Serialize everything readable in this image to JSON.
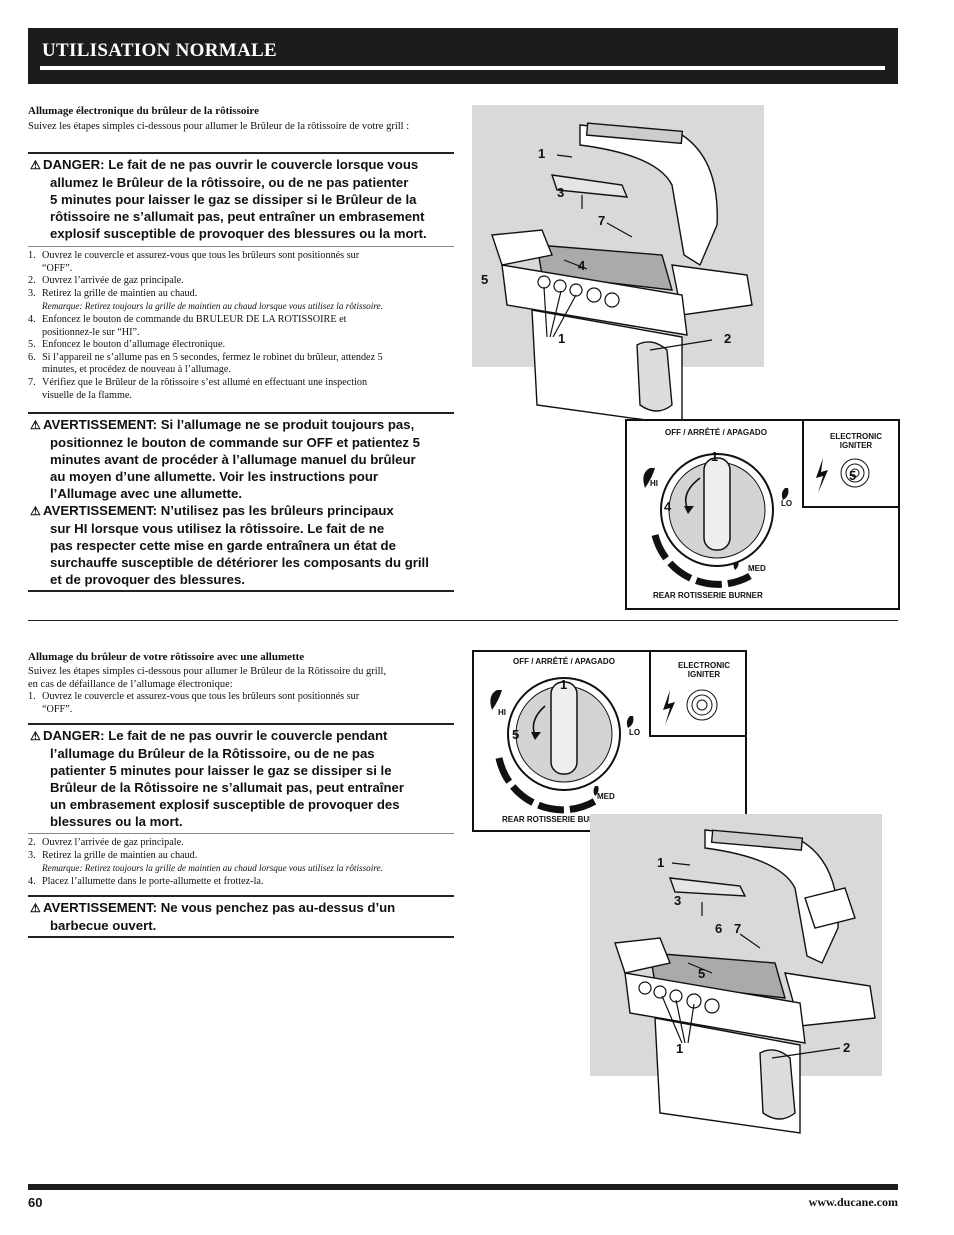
{
  "header": {
    "title": "UTILISATION NORMALE"
  },
  "section1": {
    "title": "Allumage électronique du brûleur de la rôtissoire",
    "intro": "Suivez les étapes simples ci-dessous pour allumer le Brûleur de la rôtissoire de votre grill :",
    "danger": [
      "DANGER: Le fait de ne pas ouvrir le couvercle lorsque vous",
      "allumez le Brûleur de la rôtissoire, ou de ne pas patienter",
      "5 minutes pour laisser le gaz se dissiper si le Brûleur de la",
      "rôtissoire ne s’allumait pas, peut entraîner un embrasement",
      "explosif susceptible de provoquer des blessures ou la mort."
    ],
    "steps": [
      {
        "n": "1.",
        "lines": [
          "Ouvrez le couvercle et assurez-vous que tous les brûleurs sont positionnés sur",
          "“OFF”."
        ]
      },
      {
        "n": "2.",
        "lines": [
          "Ouvrez l’arrivée de gaz principale."
        ]
      },
      {
        "n": "3.",
        "lines": [
          "Retirez la grille de maintien au chaud."
        ],
        "note": "Remarque: Retirez toujours la grille de maintien au chaud lorsque vous utilisez la rôtissoire."
      },
      {
        "n": "4.",
        "lines": [
          "Enfoncez le bouton de commande du BRULEUR DE LA ROTISSOIRE et",
          "positionnez-le sur “HI”."
        ]
      },
      {
        "n": "5.",
        "lines": [
          "Enfoncez le bouton d’allumage électronique."
        ]
      },
      {
        "n": "6.",
        "lines": [
          "Si l’appareil ne s’allume pas en 5 secondes, fermez le robinet du brûleur, attendez 5",
          "minutes, et procédez de nouveau à l’allumage."
        ]
      },
      {
        "n": "7.",
        "lines": [
          "Vérifiez que le Brûleur de la rôtissoire s’est allumé en effectuant une inspection",
          "visuelle de la flamme."
        ]
      }
    ],
    "warning1": [
      "AVERTISSEMENT: Si l’allumage ne se produit toujours pas,",
      "positionnez le bouton de commande sur OFF et patientez 5",
      "minutes avant de procéder à l’allumage manuel du brûleur",
      "au moyen d’une allumette. Voir les instructions pour",
      "l’Allumage avec une allumette."
    ],
    "warning2": [
      "AVERTISSEMENT: N’utilisez pas les brûleurs principaux",
      "sur HI lorsque vous utilisez la rôtissoire. Le fait de ne",
      "pas respecter cette mise en garde entraînera un état de",
      "surchauffe susceptible de détériorer les composants du grill",
      "et de provoquer des blessures."
    ]
  },
  "section2": {
    "title": "Allumage du brûleur de votre rôtissoire avec une allumette",
    "intro": [
      "Suivez les étapes simples ci-dessous pour allumer le Brûleur de la Rôtissoire du grill,",
      "en cas de défaillance de l’allumage électronique:"
    ],
    "step1": {
      "n": "1.",
      "lines": [
        "Ouvrez le couvercle et assurez-vous que tous les brûleurs sont positionnés sur",
        "“OFF”."
      ]
    },
    "danger": [
      "DANGER: Le fait de ne pas ouvrir le couvercle pendant",
      "l’allumage du Brûleur de la Rôtissoire, ou de ne pas",
      "patienter 5 minutes pour laisser le gaz se dissiper si le",
      "Brûleur de la Rôtissoire ne s’allumait pas, peut entraîner",
      "un embrasement explosif susceptible de provoquer des",
      "blessures ou la mort."
    ],
    "steps": [
      {
        "n": "2.",
        "lines": [
          "Ouvrez l’arrivée de gaz principale."
        ]
      },
      {
        "n": "3.",
        "lines": [
          "Retirez la grille de maintien au chaud."
        ],
        "note": "Remarque: Retirez toujours la grille de maintien au chaud lorsque vous utilisez la rôtissoire."
      },
      {
        "n": "4.",
        "lines": [
          "Placez l’allumette dans le porte-allumette et frottez-la."
        ]
      }
    ],
    "warning": [
      "AVERTISSEMENT: Ne vous penchez pas au-dessus d’un",
      "barbecue ouvert."
    ]
  },
  "dial": {
    "top_label": "OFF / ARRÊTÉ / APAGADO",
    "hi": "HI",
    "lo": "LO",
    "med": "MED",
    "bottom_label": "REAR ROTISSERIE BURNER",
    "igniter_label_1": "ELECTRONIC",
    "igniter_label_2": "IGNITER"
  },
  "callouts1": {
    "c1": "1",
    "c2": "2",
    "c3": "3",
    "c4": "4",
    "c5": "5",
    "c7": "7",
    "d1": "1",
    "d4": "4",
    "d5": "5"
  },
  "callouts2": {
    "c1": "1",
    "c2": "2",
    "c3": "3",
    "c5": "5",
    "c6": "6",
    "c7": "7",
    "d1": "1",
    "d5": "5"
  },
  "footer": {
    "page": "60",
    "url": "www.ducane.com"
  }
}
